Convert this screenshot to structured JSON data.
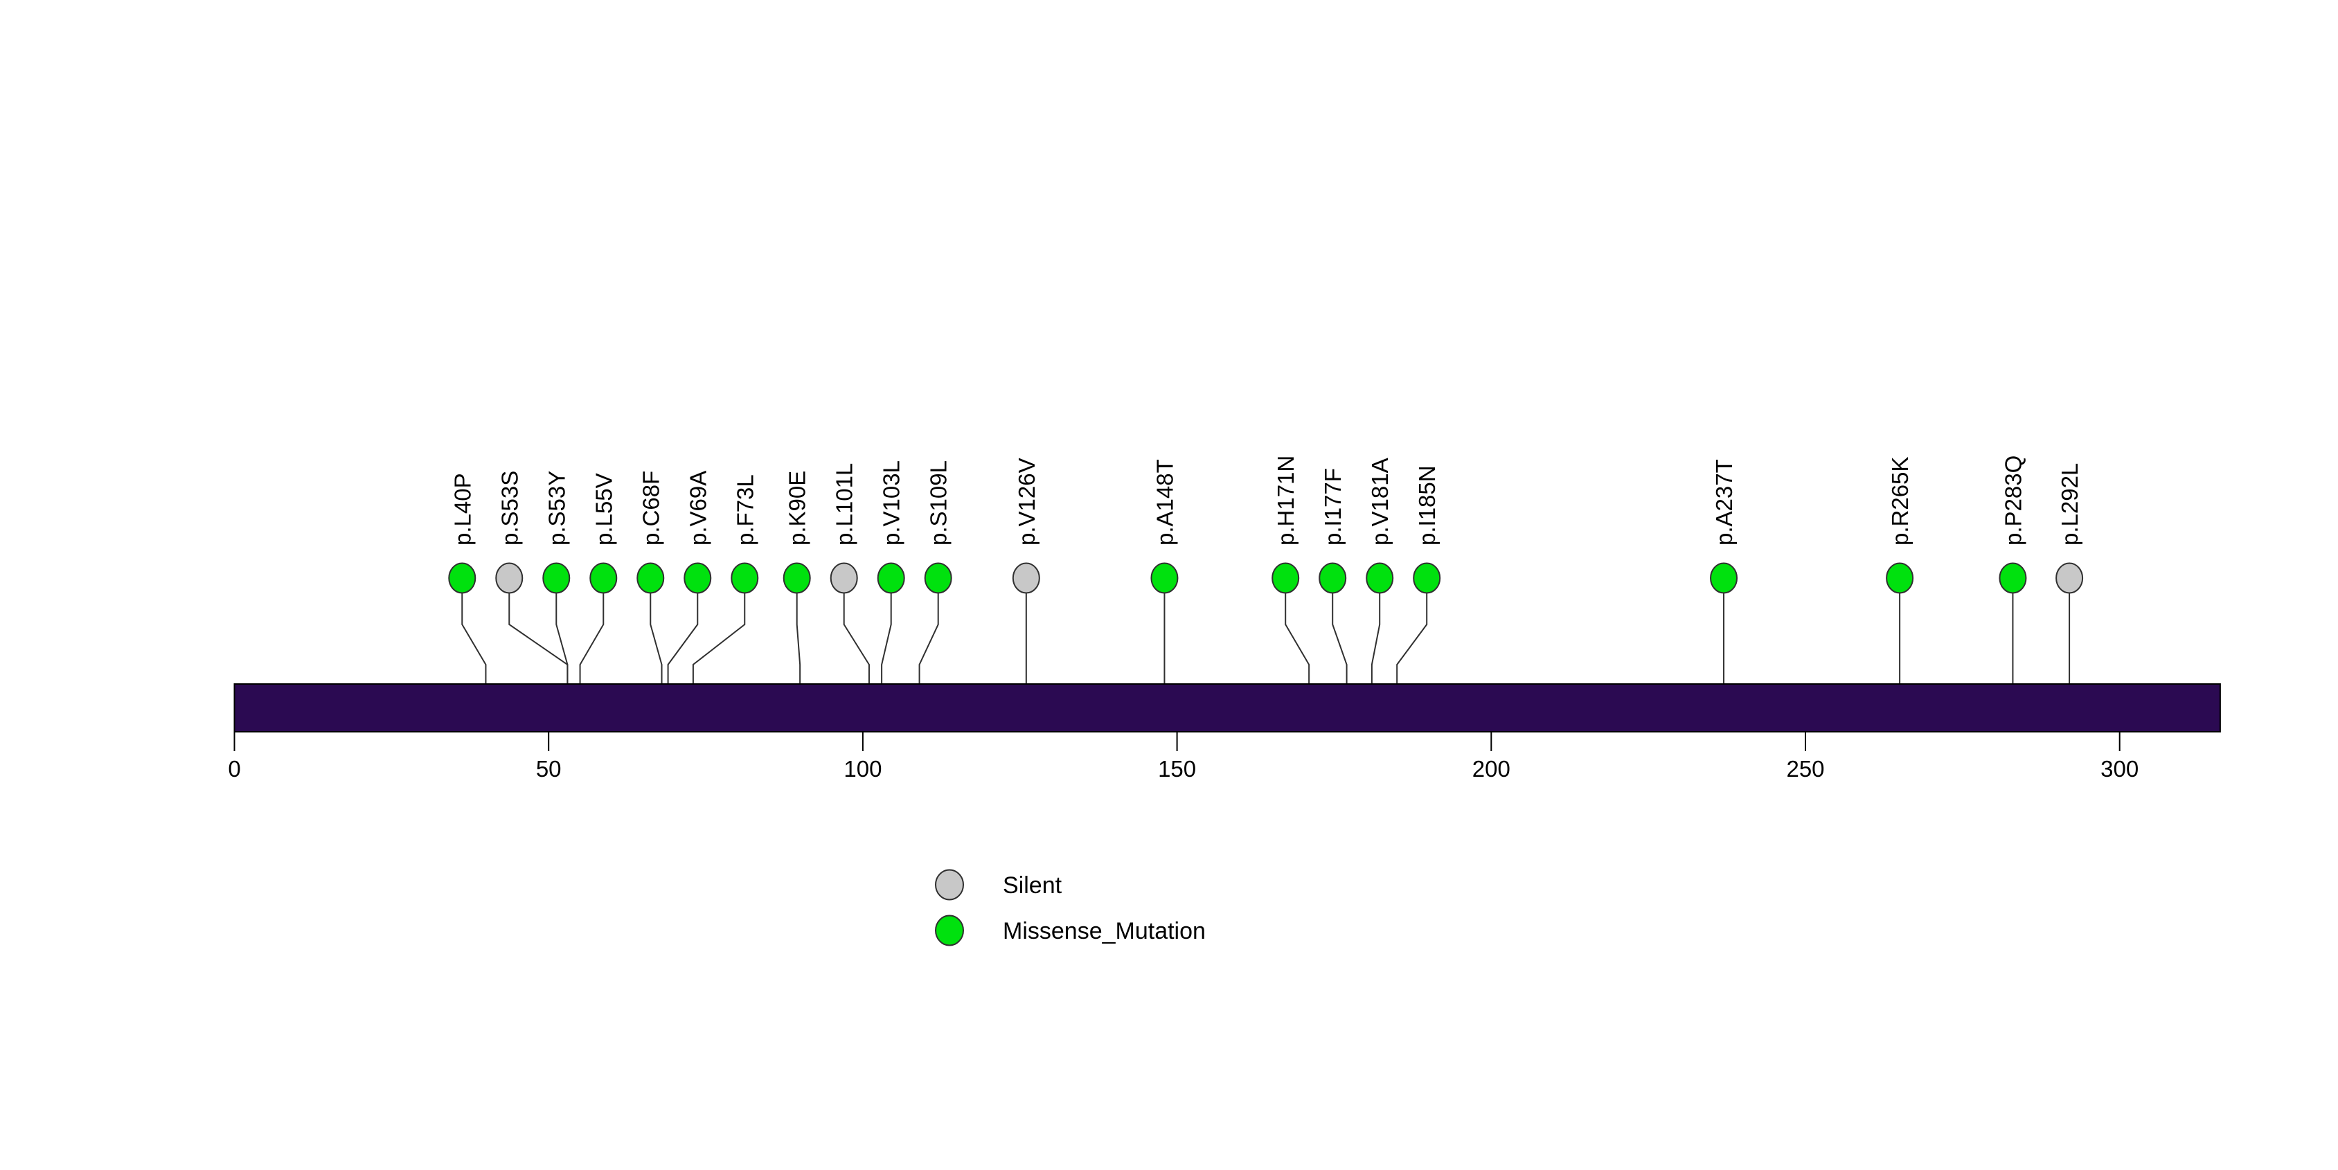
{
  "chart_data": {
    "type": "lollipop",
    "title": "",
    "xlabel": "",
    "ylabel": "",
    "background_color": "#ffffff",
    "axis": {
      "tick_values": [
        0,
        50,
        100,
        150,
        200,
        250,
        300
      ],
      "xlim": [
        0,
        316
      ],
      "grid": false
    },
    "protein_bar": {
      "start": 0,
      "end": 316,
      "color": "#2b0a52",
      "border_color": "#000000"
    },
    "mutation_colors": {
      "Silent": "#c8c8c8",
      "Missense_Mutation": "#00e10e"
    },
    "legend": {
      "position": "bottom-center",
      "items": [
        {
          "label": "Silent",
          "color": "#c8c8c8"
        },
        {
          "label": "Missense_Mutation",
          "color": "#00e10e"
        }
      ]
    },
    "mutations": [
      {
        "label": "p.L40P",
        "position": 40,
        "type": "Missense_Mutation"
      },
      {
        "label": "p.S53S",
        "position": 53,
        "type": "Silent"
      },
      {
        "label": "p.S53Y",
        "position": 53,
        "type": "Missense_Mutation"
      },
      {
        "label": "p.L55V",
        "position": 55,
        "type": "Missense_Mutation"
      },
      {
        "label": "p.C68F",
        "position": 68,
        "type": "Missense_Mutation"
      },
      {
        "label": "p.V69A",
        "position": 69,
        "type": "Missense_Mutation"
      },
      {
        "label": "p.F73L",
        "position": 73,
        "type": "Missense_Mutation"
      },
      {
        "label": "p.K90E",
        "position": 90,
        "type": "Missense_Mutation"
      },
      {
        "label": "p.L101L",
        "position": 101,
        "type": "Silent"
      },
      {
        "label": "p.V103L",
        "position": 103,
        "type": "Missense_Mutation"
      },
      {
        "label": "p.S109L",
        "position": 109,
        "type": "Missense_Mutation"
      },
      {
        "label": "p.V126V",
        "position": 126,
        "type": "Silent"
      },
      {
        "label": "p.A148T",
        "position": 148,
        "type": "Missense_Mutation"
      },
      {
        "label": "p.H171N",
        "position": 171,
        "type": "Missense_Mutation"
      },
      {
        "label": "p.I177F",
        "position": 177,
        "type": "Missense_Mutation"
      },
      {
        "label": "p.V181A",
        "position": 181,
        "type": "Missense_Mutation"
      },
      {
        "label": "p.I185N",
        "position": 185,
        "type": "Missense_Mutation"
      },
      {
        "label": "p.A237T",
        "position": 237,
        "type": "Missense_Mutation"
      },
      {
        "label": "p.R265K",
        "position": 265,
        "type": "Missense_Mutation"
      },
      {
        "label": "p.P283Q",
        "position": 283,
        "type": "Missense_Mutation"
      },
      {
        "label": "p.L292L",
        "position": 292,
        "type": "Silent"
      }
    ]
  }
}
